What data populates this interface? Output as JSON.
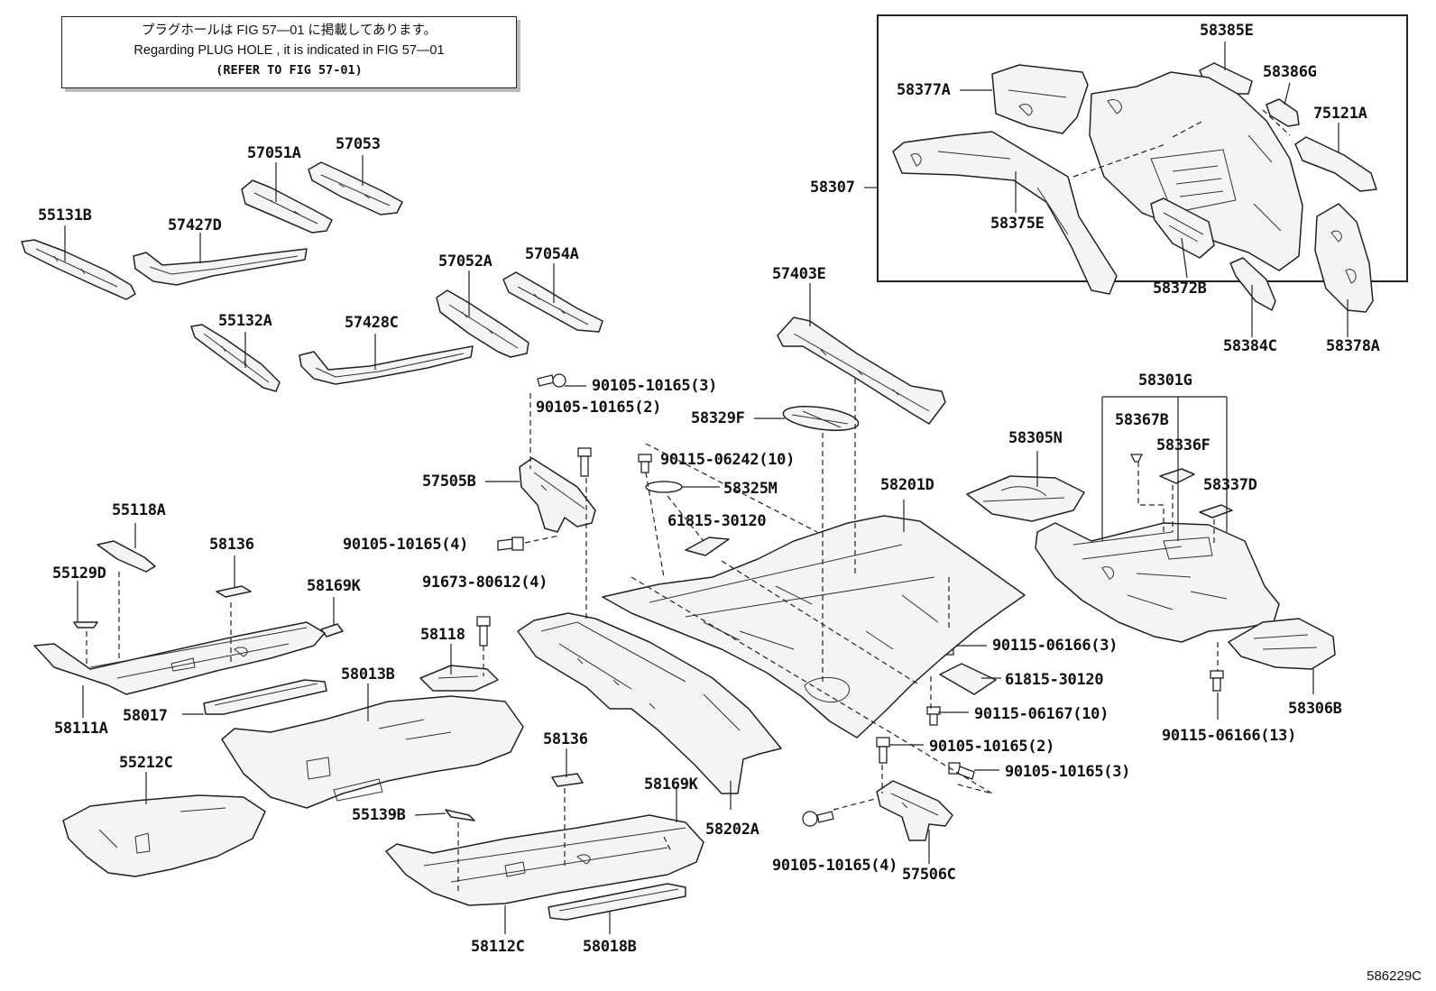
{
  "notice": {
    "line_ja": "プラグホールは FIG 57―01 に掲載してあります。",
    "line_en": "Regarding  PLUG  HOLE , it is indicated in FIG  57―01",
    "line_ref": "(REFER  TO  FIG  57-01)"
  },
  "diagram_code": "586229C",
  "labels": {
    "p55131B": "55131B",
    "p57051A": "57051A",
    "p57053": "57053",
    "p57427D": "57427D",
    "p55132A": "55132A",
    "p57428C": "57428C",
    "p57052A": "57052A",
    "p57054A": "57054A",
    "p57403E": "57403E",
    "p58377A": "58377A",
    "p58385E": "58385E",
    "p58386G": "58386G",
    "p75121A": "75121A",
    "p58307": "58307",
    "p58375E": "58375E",
    "p58372B": "58372B",
    "p58384C": "58384C",
    "p58378A": "58378A",
    "b90105_3a": "90105-10165(3)",
    "b90105_2a": "90105-10165(2)",
    "p57505B": "57505B",
    "b90105_4a": "90105-10165(4)",
    "p58329F": "58329F",
    "b90115_06242": "90115-06242(10)",
    "p58325M": "58325M",
    "p61815_a": "61815-30120",
    "p58201D": "58201D",
    "p58301G": "58301G",
    "p58367B": "58367B",
    "p58336F": "58336F",
    "p58337D": "58337D",
    "p58305N": "58305N",
    "p55118A": "55118A",
    "p58136a": "58136",
    "p55129D": "55129D",
    "p58169Ka": "58169K",
    "b91673": "91673-80612(4)",
    "p58118": "58118",
    "p58013B": "58013B",
    "p58111A": "58111A",
    "p58017": "58017",
    "p55212C": "55212C",
    "p55139B": "55139B",
    "p58136b": "58136",
    "p58169Kb": "58169K",
    "p58202A": "58202A",
    "b90115_06166_3": "90115-06166(3)",
    "p61815_b": "61815-30120",
    "b90115_06167": "90115-06167(10)",
    "b90105_2b": "90105-10165(2)",
    "b90105_3b": "90105-10165(3)",
    "b90105_4b": "90105-10165(4)",
    "p57506C": "57506C",
    "p58112C": "58112C",
    "p58018B": "58018B",
    "p58306B": "58306B",
    "b90115_06166_13": "90115-06166(13)"
  }
}
